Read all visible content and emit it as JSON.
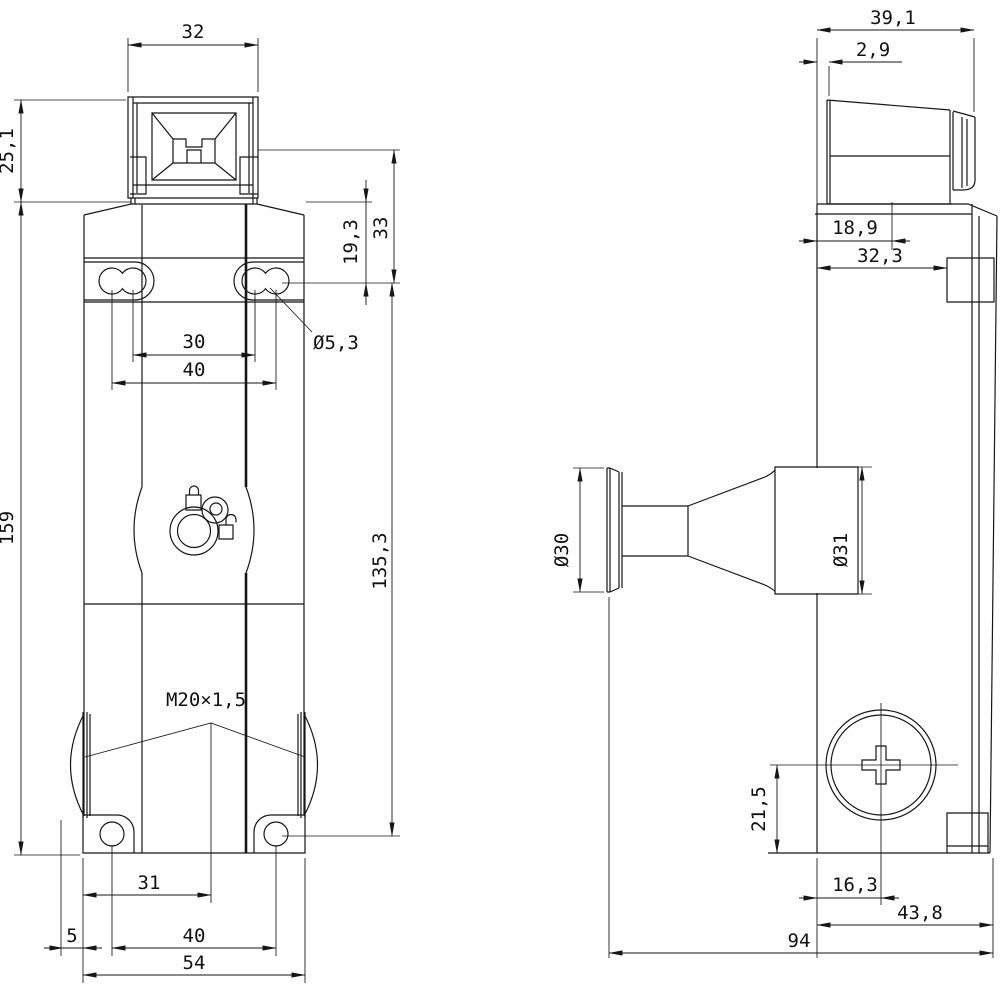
{
  "drawing": {
    "units": "mm",
    "stroke_color": "#161616",
    "background": "#ffffff",
    "views": {
      "front": {
        "name": "front-view",
        "labels": {
          "head_width": "32",
          "head_height": "25,1",
          "total_height": "159",
          "head_to_hole_row": "33",
          "hole_row_offset": "19,3",
          "slot_inner_spacing": "30",
          "slot_outer_spacing": "40",
          "slot_hole_diameter": "Ø5,3",
          "hole_rows_distance": "135,3",
          "gland_thread": "M20×1,5",
          "bottom_hole_offset": "31",
          "gland_protrusion": "5",
          "bottom_hole_spacing": "40",
          "base_width": "54"
        }
      },
      "side": {
        "name": "side-view",
        "labels": {
          "head_depth": "39,1",
          "head_front_setback": "2,9",
          "slot_center_depth": "18,9",
          "bracket_face_depth": "32,3",
          "knob_cap_diameter": "Ø30",
          "knob_flange_diameter": "Ø31",
          "release_center_height": "21,5",
          "release_center_depth": "16,3",
          "housing_depth": "43,8",
          "overall_depth": "94"
        }
      }
    }
  }
}
